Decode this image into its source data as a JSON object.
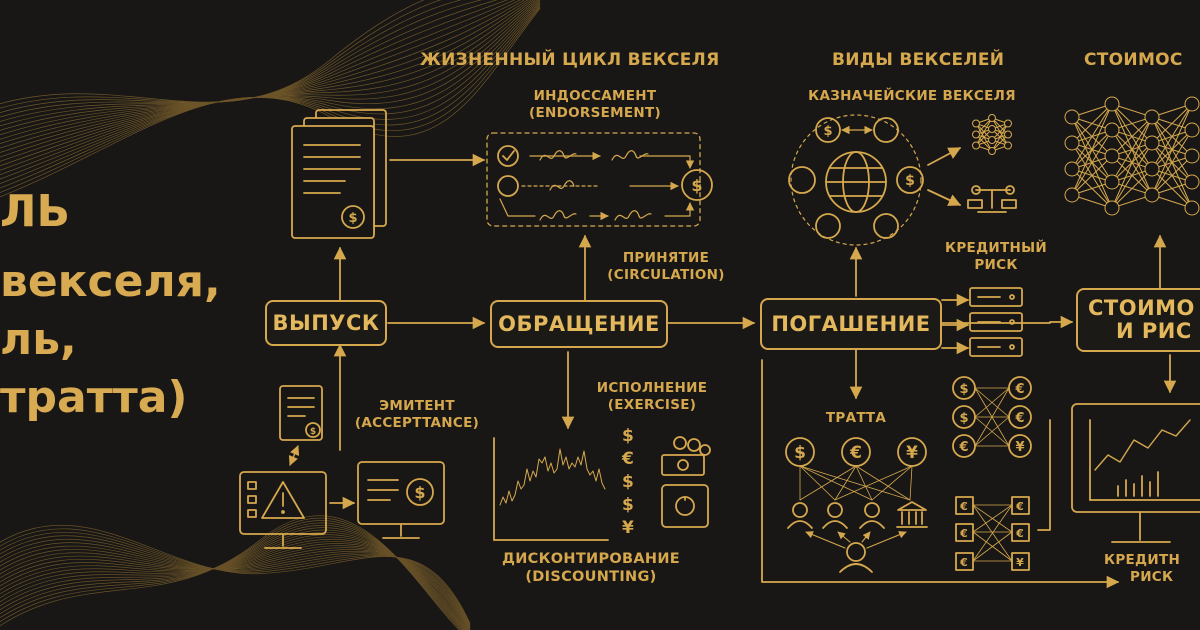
{
  "title": {
    "line1": "ЛЬ",
    "line2": "векселя,",
    "line3": "ль,",
    "line4": "тратта)"
  },
  "headers": {
    "lifecycle": "ЖИЗНЕННЫЙ ЦИКЛ ВЕКСЕЛЯ",
    "types": "ВИДЫ ВЕКСЕЛЕЙ",
    "value": "СТОИМОС"
  },
  "stages": {
    "issue": "ВЫПУСК",
    "circulation": "ОБРАЩЕНИЕ",
    "redemption": "ПОГАШЕНИЕ",
    "value_risk_1": "СТОИМО",
    "value_risk_2": "И РИС"
  },
  "labels": {
    "endorsement_1": "ИНДОССАМЕНТ",
    "endorsement_2": "(ENDORSEMENT)",
    "acceptance_1": "ПРИНЯТИЕ",
    "acceptance_2": "(CIRCULATION)",
    "issuer_1": "ЭМИТЕНТ",
    "issuer_2": "(ACCEPTTANCE)",
    "exercise_1": "ИСПОЛНЕНИЕ",
    "exercise_2": "(EXERCISE)",
    "discounting_1": "ДИСКОНТИРОВАНИЕ",
    "discounting_2": "(DISCOUNTING)",
    "treasury": "КАЗНАЧЕЙСКИЕ ВЕКСЕЛЯ",
    "credit_risk_1": "КРЕДИТНЫЙ",
    "credit_risk_2": "РИСК",
    "tratta": "ТРАТТА",
    "credit_risk_b1": "КРЕДИТН",
    "credit_risk_b2": "РИСК"
  },
  "icons": {
    "document": "document-stack-icon",
    "signature": "signature-icon",
    "coin": "dollar-coin-icon",
    "globe": "globe-network-icon",
    "server": "server-rack-icon",
    "neural": "neural-network-icon",
    "monitor_chart": "monitor-chart-icon",
    "warning": "warning-monitor-icon",
    "safe": "safe-icon",
    "bank": "bank-icon",
    "people": "people-icon",
    "currency_symbols": [
      "$",
      "€",
      "$",
      "$",
      "¥"
    ]
  },
  "colors": {
    "background": "#181715",
    "gold": "#d6a84e",
    "gold_bright": "#e4b85c"
  }
}
